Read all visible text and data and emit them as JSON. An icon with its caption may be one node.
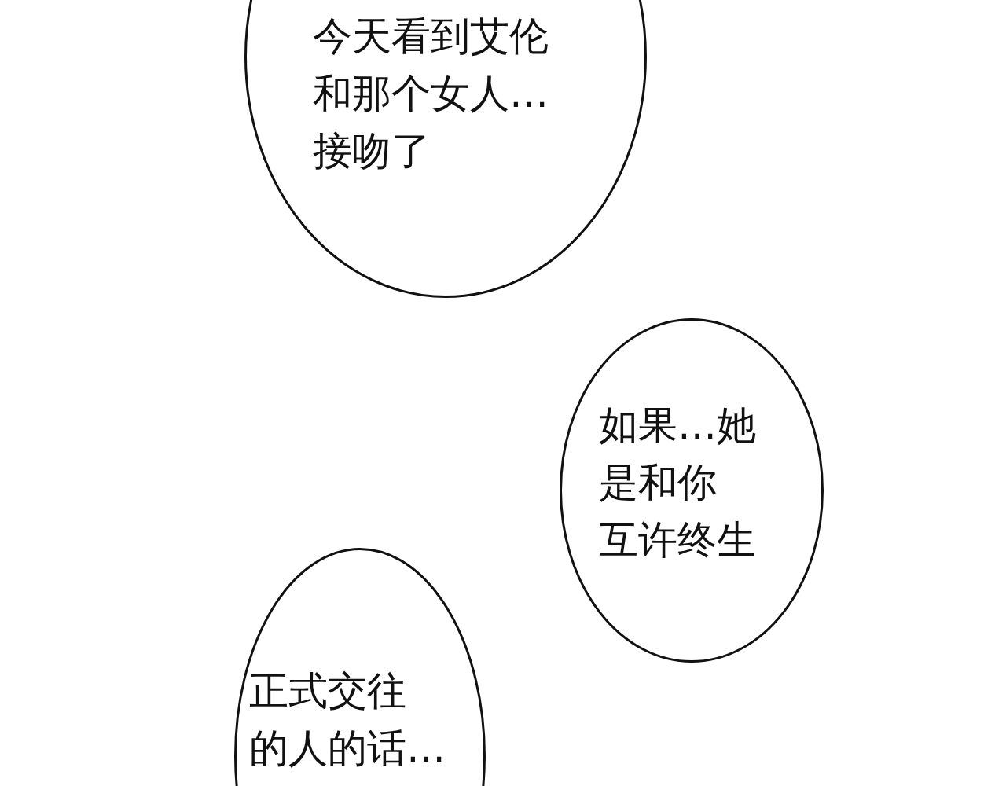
{
  "diagram": {
    "nodes": [
      {
        "text": [
          "今天看到艾伦和那个女人…接吻了"
        ]
      },
      {
        "text": [
          "如果…她是和你互许终生"
        ]
      },
      {
        "text": [
          "正式交往的人的话…"
        ]
      }
    ]
  }
}
